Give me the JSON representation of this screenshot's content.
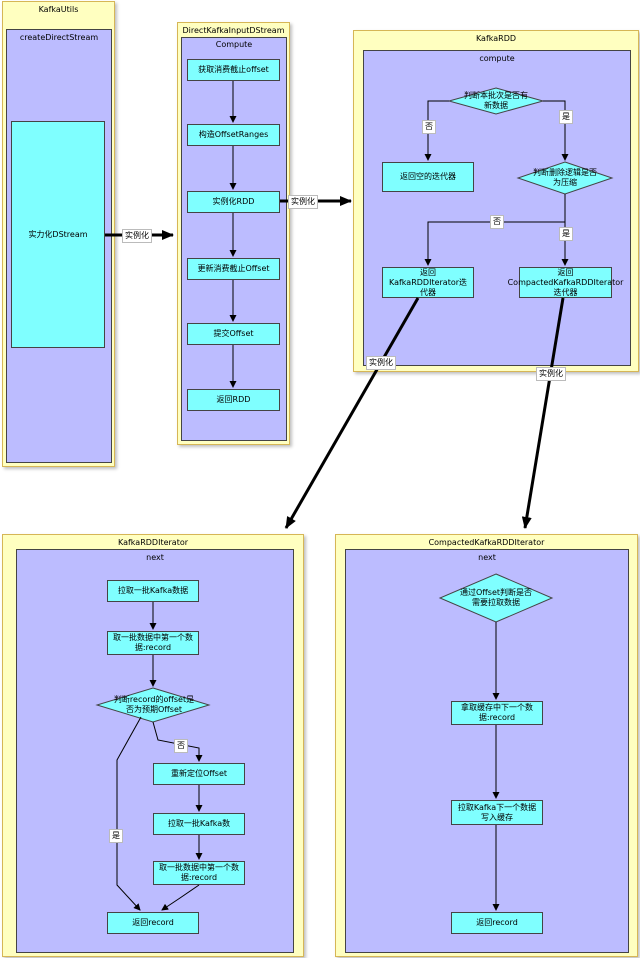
{
  "kafka_utils": {
    "title": "KafkaUtils",
    "inner_title": "createDirectStream",
    "box": "实力化DStream"
  },
  "direct_stream": {
    "title": "DirectKafkaInputDStream",
    "inner_title": "Compute",
    "steps": [
      "获取消费截止offset",
      "构造OffsetRanges",
      "实例化RDD",
      "更新消费截止Offset",
      "提交Offset",
      "返回RDD"
    ]
  },
  "kafka_rdd": {
    "title": "KafkaRDD",
    "inner_title": "compute",
    "decision1": "判断本批次是否有新数据",
    "empty_iter": "返回空的迭代器",
    "decision2": "判断删除逻辑是否为压缩",
    "iter1": "返回KafkaRDDIterator迭代器",
    "iter2": "返回CompactedKafkaRDDIterator迭代器"
  },
  "kafka_rdd_iterator": {
    "title": "KafkaRDDIterator",
    "inner_title": "next",
    "b1": "拉取一批Kafka数据",
    "b2": "取一批数据中第一个数据:record",
    "decision": "判断record的offset是否为预期Offset",
    "b3": "重新定位Offset",
    "b4": "拉取一批Kafka数",
    "b5": "取一批数据中第一个数据:record",
    "b6": "返回record"
  },
  "compacted_iterator": {
    "title": "CompactedKafkaRDDIterator",
    "inner_title": "next",
    "decision": "通过Offset判断是否需要拉取数据",
    "b1": "拿取缓存中下一个数据:record",
    "b2": "拉取Kafka下一个数据写入缓存",
    "b3": "返回record"
  },
  "labels": {
    "instantiate": "实例化",
    "yes": "是",
    "no": "否"
  }
}
